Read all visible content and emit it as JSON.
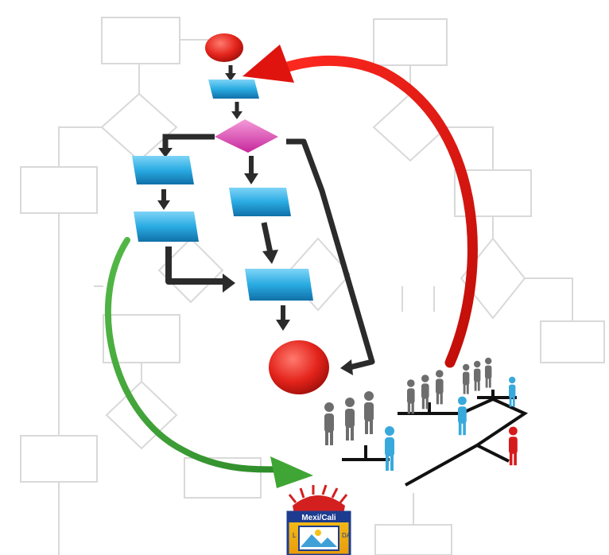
{
  "colors": {
    "background": "#ffffff",
    "background_lines": "#d9d9d9",
    "process_box": "#29abe2",
    "decision": "#e64fc0",
    "terminal": "#e3231b",
    "flow_arrow": "#2b2b2b",
    "feedback_arrow_red": "#e0140f",
    "feedback_arrow_green": "#3fa535",
    "person_gray": "#6d6d6d",
    "person_blue": "#39a9dc",
    "person_red": "#d51b1b"
  },
  "seal": {
    "name": "seal-emblem",
    "text": "Mexi/Cali",
    "side_letters_left": "L",
    "side_letters_right": "DA"
  }
}
